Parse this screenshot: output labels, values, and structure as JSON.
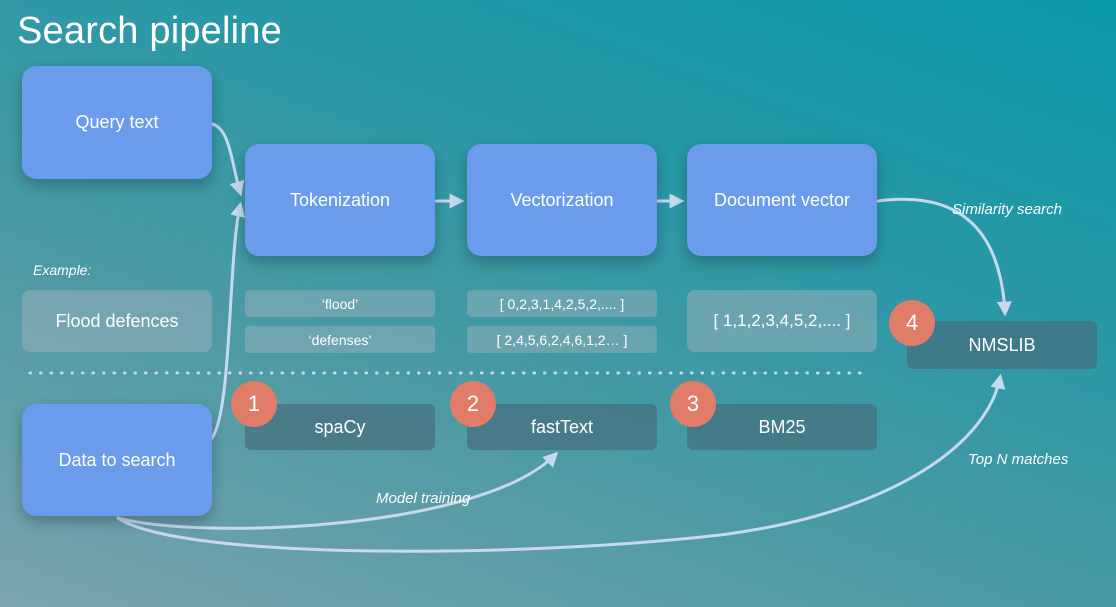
{
  "title": "Search pipeline",
  "nodes": {
    "query": "Query text",
    "tokenization": "Tokenization",
    "vectorization": "Vectorization",
    "document_vector": "Document vector",
    "data_to_search": "Data to search",
    "nmslib": "NMSLIB"
  },
  "example": {
    "label": "Example:",
    "input": "Flood defences",
    "tokens": [
      "‘flood’",
      "‘defenses’"
    ],
    "vectors": [
      "[ 0,2,3,1,4,2,5,2,.... ]",
      "[ 2,4,5,6,2,4,6,1,2… ]"
    ],
    "document_vector": "[ 1,1,2,3,4,5,2,.... ]"
  },
  "tools": [
    {
      "number": "1",
      "name": "spaCy"
    },
    {
      "number": "2",
      "name": "fastText"
    },
    {
      "number": "3",
      "name": "BM25"
    },
    {
      "number": "4",
      "name": "NMSLIB"
    }
  ],
  "edge_labels": {
    "similarity_search": "Similarity search",
    "top_n": "Top N matches",
    "model_training": "Model training"
  },
  "colors": {
    "node_blue": "#6b9ceb",
    "badge": "#e07c68",
    "arrow": "#c8d8ee"
  }
}
